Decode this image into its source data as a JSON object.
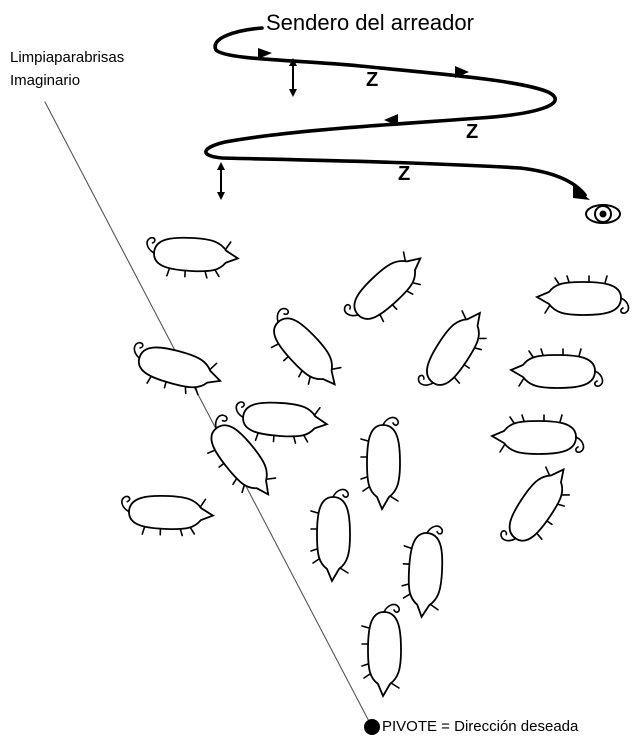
{
  "title": "Sendero del arreador",
  "wiper_label": [
    "Limpiaparabrisas",
    "Imaginario"
  ],
  "zone_letter": "Z",
  "pivot_label": "PIVOTE = Dirección deseada",
  "icons": [
    "handler-eye-icon",
    "pivot-dot-icon",
    "pig-icon",
    "flight-zone-arrow-icon"
  ]
}
